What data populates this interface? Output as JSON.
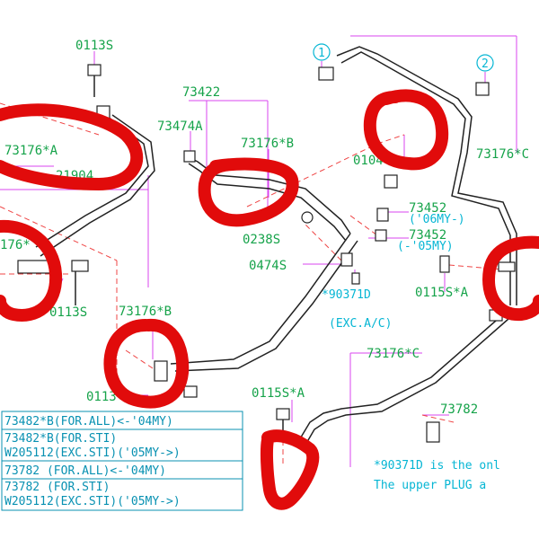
{
  "labels": {
    "p0113s_top": "0113S",
    "p73422": "73422",
    "p73474a": "73474A",
    "p73176a": "73176*A",
    "p73176b_top": "73176*B",
    "p73176c_right": "73176*C",
    "p21904": "21904",
    "p0104": "0104",
    "p73452_a": "73452",
    "p73452_a_note": "('06MY-)",
    "p73452_b": "73452",
    "p73452_b_note": "(-'05MY)",
    "p0238s": "0238S",
    "p0474s": "0474S",
    "p73176_left": "176*",
    "p0113s_left": "0113S",
    "p90371_a": "*90371D",
    "p90371_a_note": "(EXC.A/C)",
    "p0115sa_right": "0115S*A",
    "p73176b_mid": "73176*B",
    "p73176c_mid": "73176*C",
    "p0113s_bottom": "0113",
    "p0115sa_bottom": "0115S*A",
    "p73782": "73782",
    "circle1": "1",
    "circle2": "2"
  },
  "notes": {
    "line1": "*90371D is the onl",
    "line2": "The upper PLUG a"
  },
  "table": {
    "rows": [
      [
        "73482*B(FOR.ALL)<-'04MY)"
      ],
      [
        "73482*B(FOR.STI)",
        "W205112(EXC.STI)('05MY->)"
      ],
      [
        "73782  (FOR.ALL)<-'04MY)"
      ],
      [
        "73782  (FOR.STI)",
        "W205112(EXC.STI)('05MY->)"
      ]
    ]
  },
  "colors": {
    "label": "#16a34a",
    "note": "#06b6d4",
    "leader": "#d946ef",
    "dashed": "#ef4444",
    "annotation": "#e10b0b"
  }
}
